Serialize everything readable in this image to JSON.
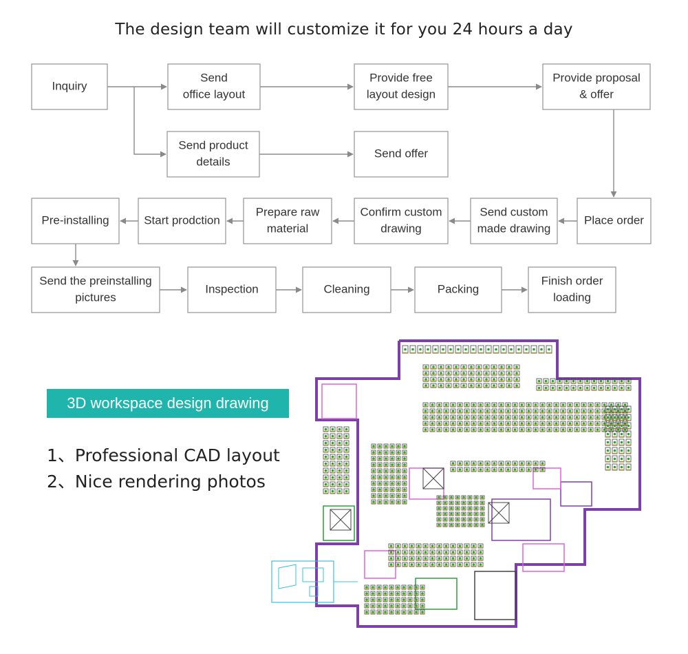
{
  "header": {
    "title": "The design team will customize it for you 24 hours a day"
  },
  "flow": {
    "nodes": [
      {
        "id": "inquiry",
        "lines": [
          "Inquiry"
        ]
      },
      {
        "id": "send-layout",
        "lines": [
          "Send",
          "office layout"
        ]
      },
      {
        "id": "free-design",
        "lines": [
          "Provide free",
          "layout design"
        ]
      },
      {
        "id": "proposal",
        "lines": [
          "Provide proposal",
          "& offer"
        ]
      },
      {
        "id": "send-product",
        "lines": [
          "Send product",
          "details"
        ]
      },
      {
        "id": "send-offer",
        "lines": [
          "Send offer"
        ]
      },
      {
        "id": "place-order",
        "lines": [
          "Place order"
        ]
      },
      {
        "id": "send-drawing",
        "lines": [
          "Send custom",
          "made drawing"
        ]
      },
      {
        "id": "confirm",
        "lines": [
          "Confirm custom",
          "drawing"
        ]
      },
      {
        "id": "raw",
        "lines": [
          "Prepare raw",
          "material"
        ]
      },
      {
        "id": "start",
        "lines": [
          "Start prodction"
        ]
      },
      {
        "id": "preinstall",
        "lines": [
          "Pre-installing"
        ]
      },
      {
        "id": "pictures",
        "lines": [
          "Send the preinstalling",
          "pictures"
        ]
      },
      {
        "id": "inspection",
        "lines": [
          "Inspection"
        ]
      },
      {
        "id": "cleaning",
        "lines": [
          "Cleaning"
        ]
      },
      {
        "id": "packing",
        "lines": [
          "Packing"
        ]
      },
      {
        "id": "loading",
        "lines": [
          "Finish order",
          "loading"
        ]
      }
    ],
    "edges": [
      [
        "inquiry",
        "send-layout"
      ],
      [
        "send-layout",
        "free-design"
      ],
      [
        "free-design",
        "proposal"
      ],
      [
        "inquiry",
        "send-product"
      ],
      [
        "send-product",
        "send-offer"
      ],
      [
        "proposal",
        "place-order"
      ],
      [
        "place-order",
        "send-drawing"
      ],
      [
        "send-drawing",
        "confirm"
      ],
      [
        "confirm",
        "raw"
      ],
      [
        "raw",
        "start"
      ],
      [
        "start",
        "preinstall"
      ],
      [
        "preinstall",
        "pictures"
      ],
      [
        "pictures",
        "inspection"
      ],
      [
        "inspection",
        "cleaning"
      ],
      [
        "cleaning",
        "packing"
      ],
      [
        "packing",
        "loading"
      ]
    ]
  },
  "section": {
    "badge": "3D workspace design drawing",
    "features": [
      "1、Professional CAD layout",
      "2、Nice rendering photos"
    ]
  }
}
